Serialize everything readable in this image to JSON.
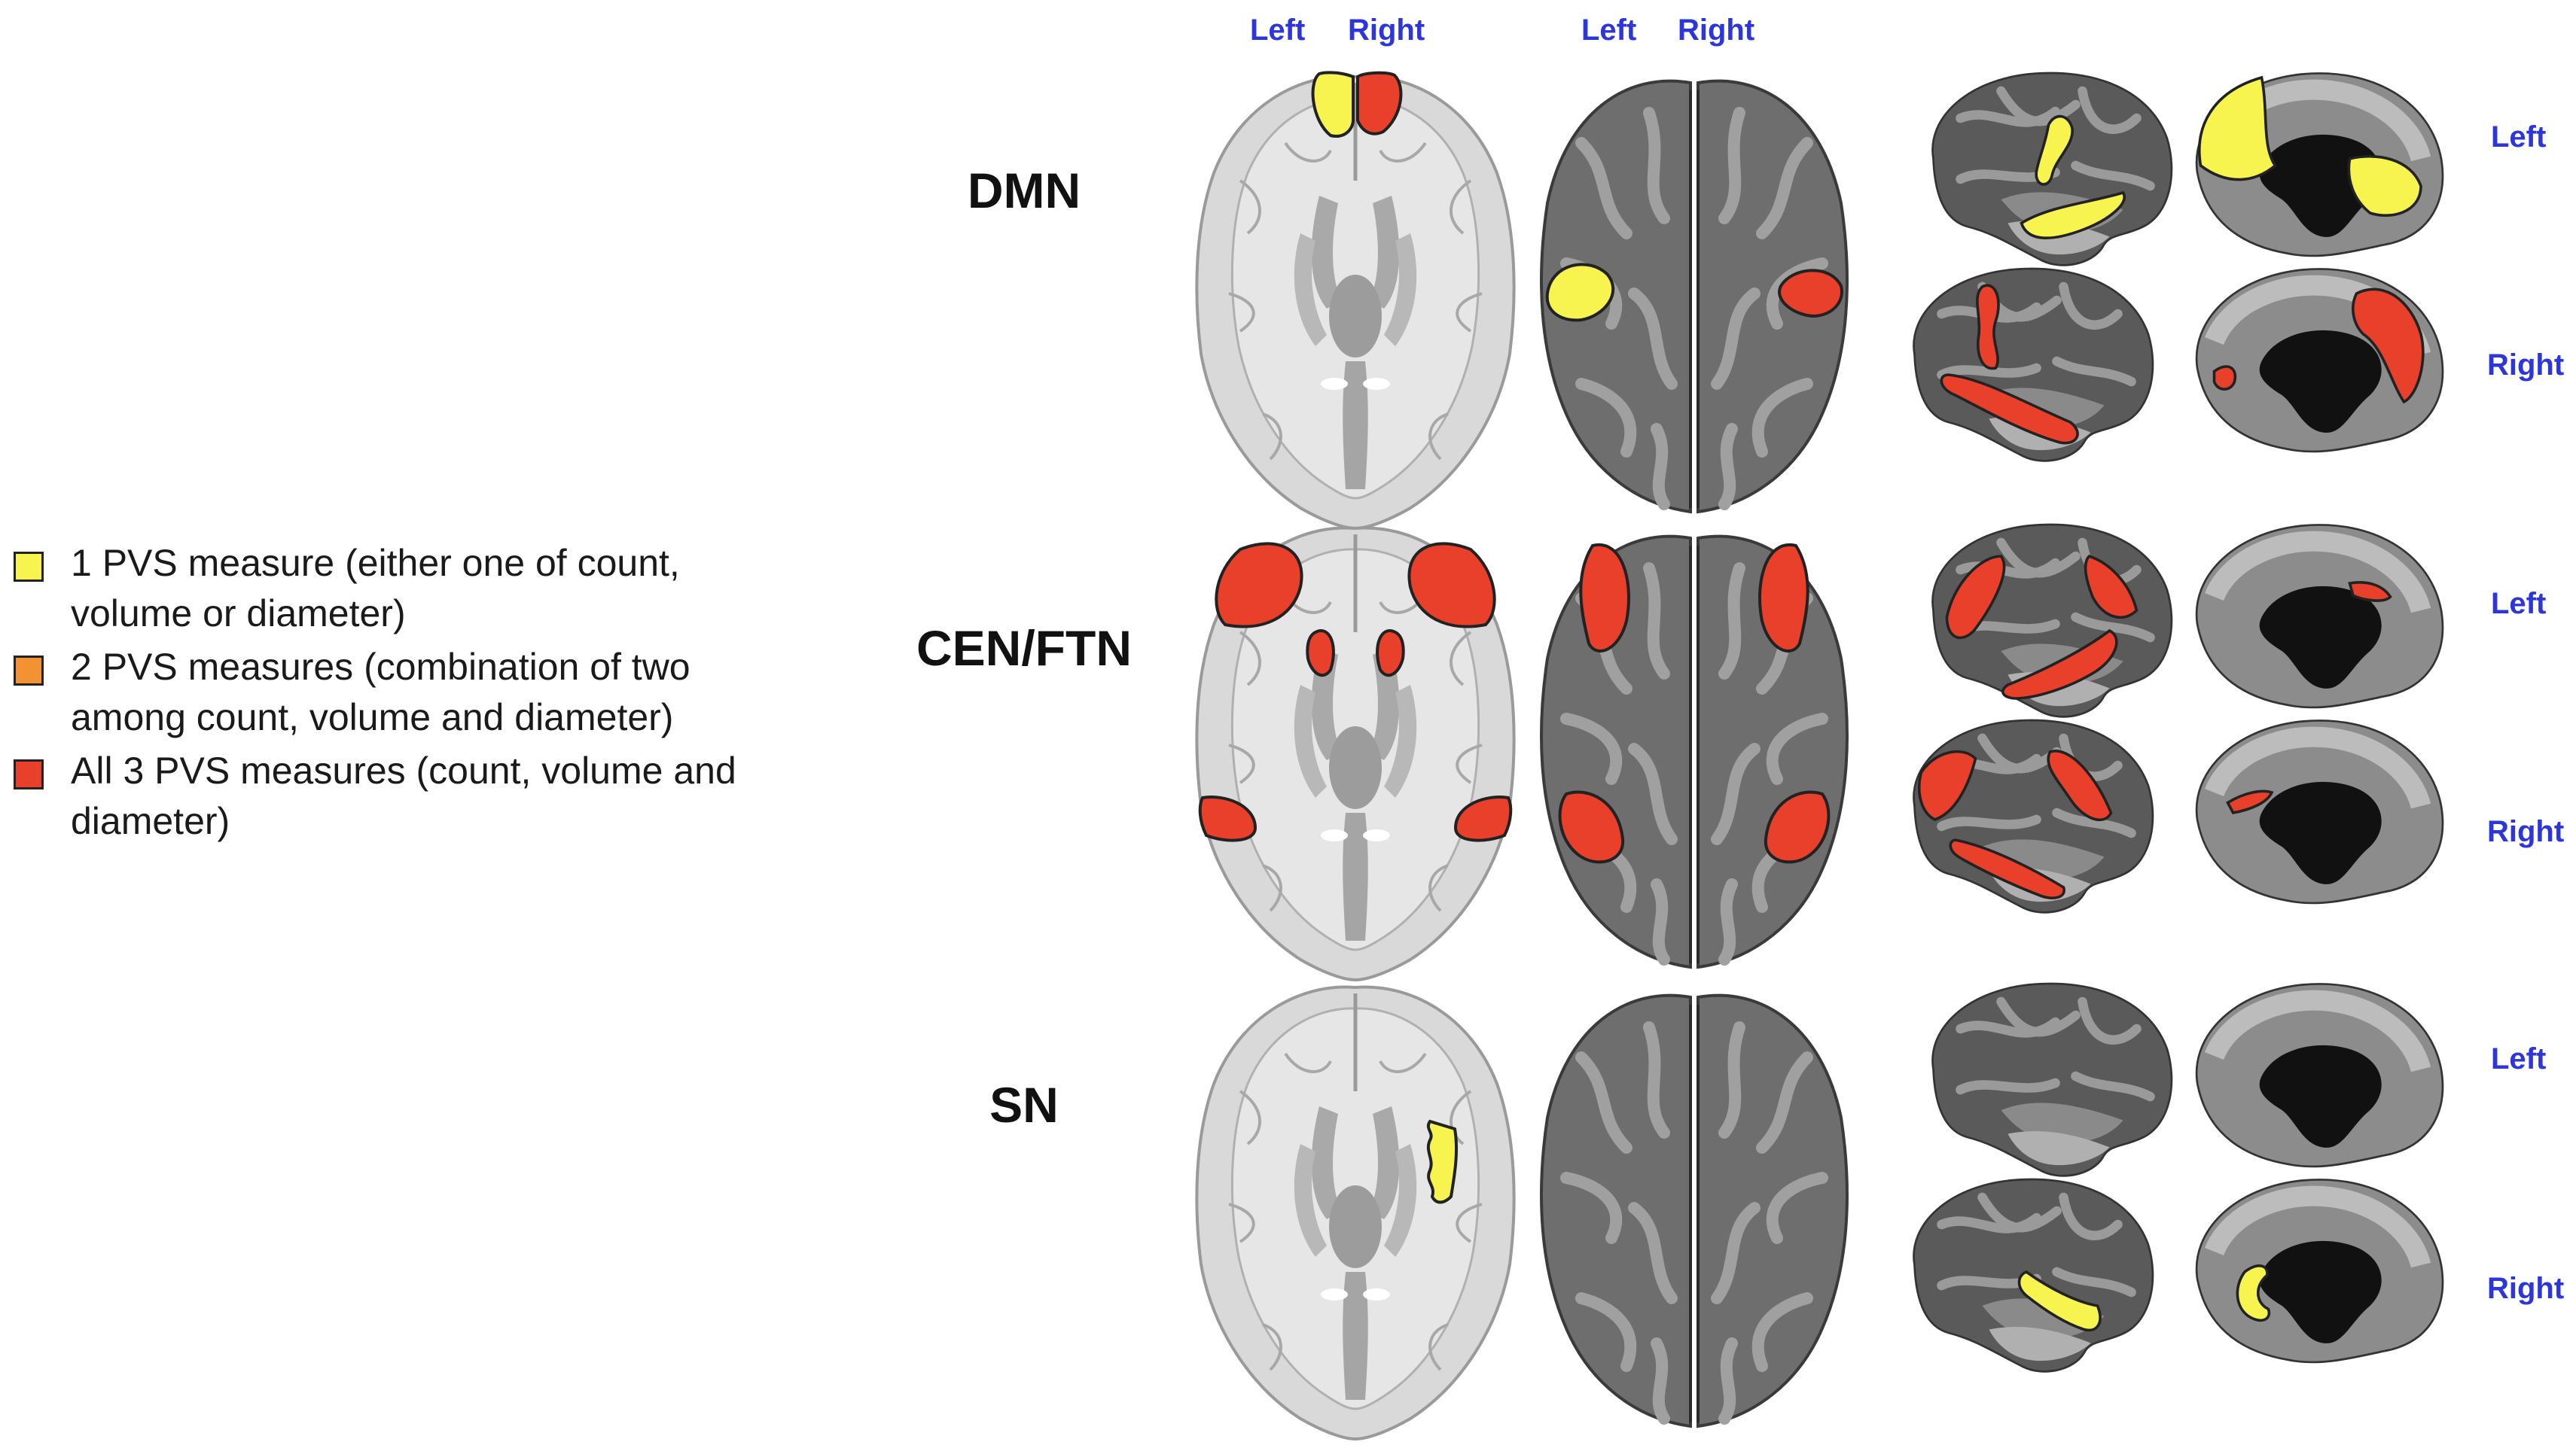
{
  "legend": {
    "items": [
      {
        "color": "#f7f44f",
        "text": "1 PVS measure (either one of count, volume or diameter)"
      },
      {
        "color": "#f39232",
        "text": "2 PVS measures (combination of two among count, volume and diameter)"
      },
      {
        "color": "#e8402a",
        "text": "All 3 PVS measures (count, volume and diameter)"
      }
    ]
  },
  "networks": [
    {
      "name": "DMN"
    },
    {
      "name": "CEN/FTN"
    },
    {
      "name": "SN"
    }
  ],
  "column_headers": {
    "axial": {
      "left": "Left",
      "right": "Right"
    },
    "dorsal": {
      "left": "Left",
      "right": "Right"
    }
  },
  "row_labels": {
    "left": "Left",
    "right": "Right"
  },
  "colors": {
    "one_measure": "#f7f44f",
    "two_measures": "#f39232",
    "three_measures": "#e8402a",
    "side_label": "#2c36d9"
  }
}
